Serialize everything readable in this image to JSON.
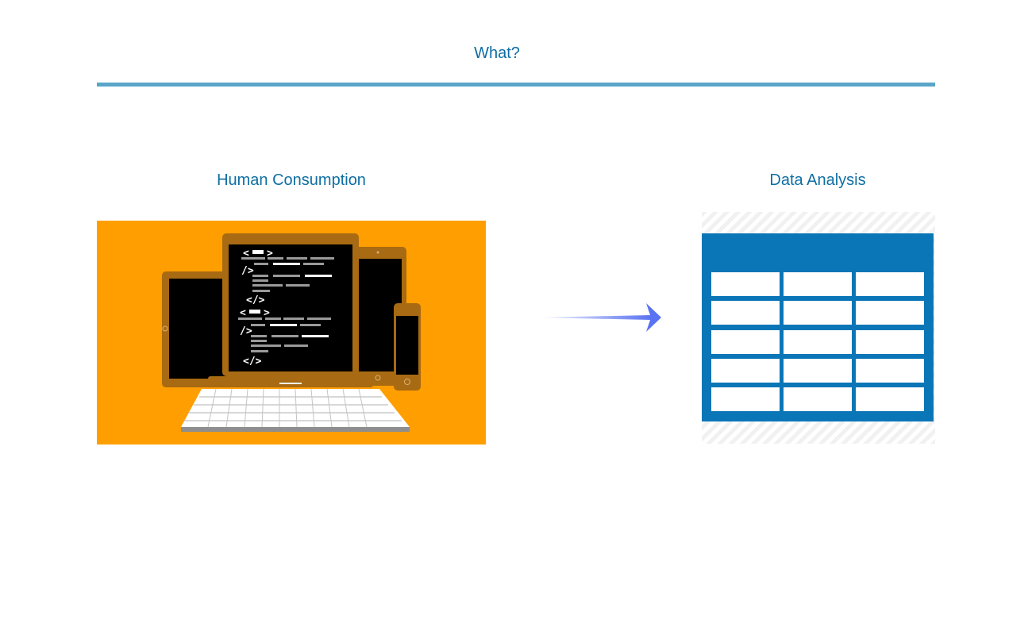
{
  "header": {
    "title": "What?"
  },
  "left": {
    "title": "Human Consumption",
    "illustration": "devices-with-code-icon"
  },
  "right": {
    "title": "Data Analysis",
    "illustration": "data-table-icon"
  },
  "connector": {
    "icon": "right-arrow-icon"
  },
  "colors": {
    "title_text": "#0e6ea3",
    "rule": "#5aa6c9",
    "devices_background": "#ff9e00",
    "device_frame": "#a86a12",
    "table_blue": "#0b76b7",
    "arrow": "#5a73f2"
  }
}
